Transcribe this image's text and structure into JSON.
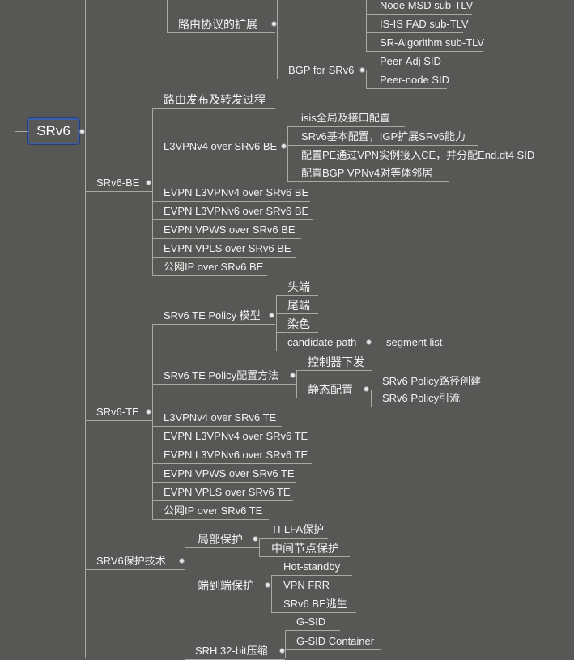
{
  "root": {
    "label": "SRv6"
  },
  "routing_ext": {
    "label": "路由协议的扩展",
    "igp_children": [
      "Node MSD sub-TLV",
      "IS-IS FAD sub-TLV",
      "SR-Algorithm sub-TLV"
    ],
    "bgp": {
      "label": "BGP for SRv6",
      "children": [
        "Peer-Adj SID",
        "Peer-node SID"
      ]
    }
  },
  "srv6_be": {
    "label": "SRv6-BE",
    "children": [
      "路由发布及转发过程",
      "L3VPNv4 over SRv6 BE",
      "EVPN L3VPNv4 over SRv6 BE",
      "EVPN L3VPNv6 over SRv6 BE",
      "EVPN VPWS over SRv6 BE",
      "EVPN VPLS over SRv6 BE",
      "公网IP over SRv6 BE"
    ],
    "l3vpn_children": [
      "isis全局及接口配置",
      "SRv6基本配置，IGP扩展SRv6能力",
      "配置PE通过VPN实例接入CE，并分配End.dt4 SID",
      "配置BGP  VPNv4对等体邻居"
    ]
  },
  "srv6_te": {
    "label": "SRv6-TE",
    "children": [
      "SRv6 TE Policy 模型",
      "SRv6 TE Policy配置方法",
      "L3VPNv4 over SRv6 TE",
      "EVPN L3VPNv4 over SRv6 TE",
      "EVPN L3VPNv6 over SRv6 TE",
      "EVPN VPWS over SRv6 TE",
      "EVPN VPLS over SRv6 TE",
      "公网IP over SRv6 TE"
    ],
    "model_children": [
      "头端",
      "尾端",
      "染色",
      "candidate path"
    ],
    "candidate_child": "segment list",
    "config_children": [
      "控制器下发",
      "静态配置"
    ],
    "static_children": [
      "SRv6  Policy路径创建",
      "SRv6  Policy引流"
    ]
  },
  "protection": {
    "label": "SRV6保护技术",
    "local": {
      "label": "局部保护",
      "children": [
        "TI-LFA保护",
        "中间节点保护"
      ]
    },
    "e2e": {
      "label": "端到端保护",
      "children": [
        "Hot-standby",
        "VPN FRR",
        "SRv6  BE逃生"
      ]
    }
  },
  "compression": {
    "label": "SRH  32-bit压缩",
    "children": [
      "G-SID",
      "G-SID Container"
    ]
  }
}
